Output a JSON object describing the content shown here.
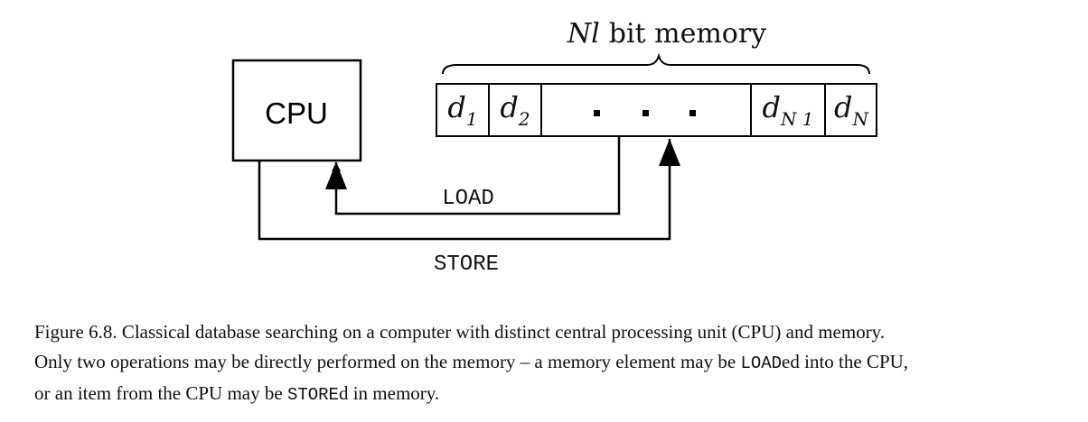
{
  "diagram": {
    "memory_label": {
      "n": "N",
      "l": "l",
      "rest": "bit memory"
    },
    "cpu_label": "CPU",
    "cells": [
      {
        "base": "d",
        "sub": "1"
      },
      {
        "base": "d",
        "sub": "2"
      },
      {
        "base": "d",
        "sub": "N 1"
      },
      {
        "base": "d",
        "sub": "N"
      }
    ],
    "dots": "·",
    "load_label": "LOAD",
    "store_label": "STORE"
  },
  "caption": {
    "part1": "Figure 6.8. Classical database searching on a computer with distinct central processing unit (CPU) and memory.",
    "part2": "Only two operations may be directly performed on the memory – a memory element may be ",
    "load_word": "LOAD",
    "part3": "ed into the CPU,",
    "part4": "or an item from the CPU may be ",
    "store_word": "STORE",
    "part5": "d in memory."
  }
}
